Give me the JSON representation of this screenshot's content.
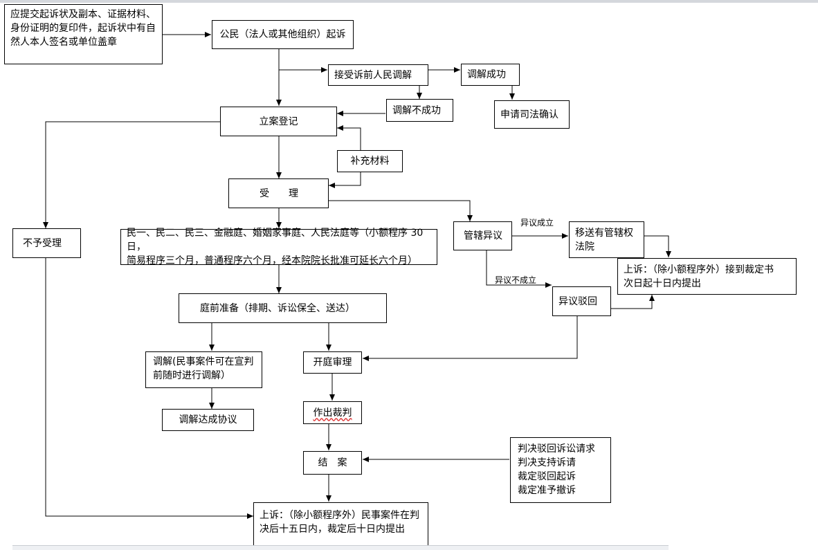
{
  "flowchart": {
    "nodes": {
      "materials_note": "应提交起诉状及副本、证据材料、\n身份证明的复印件，起诉状中有自\n然人本人签名或单位盖章",
      "citizen_sue": "公民（法人或其他组织）起诉",
      "pre_mediation": "接受诉前人民调解",
      "mediation_success": "调解成功",
      "judicial_confirm": "申请司法确认",
      "mediation_fail": "调解不成功",
      "filing_register": "立案登记",
      "supplement": "补充材料",
      "accept": "受　　理",
      "not_accept": "不予受理",
      "divisions": "民一、民二、民三、金融庭、婚姻家事庭、人民法庭等（小额程序 30 日，\n简易程序三个月，普通程序六个月，经本院院长批准可延长六个月）",
      "jurisdiction_objection": "管辖异议",
      "transfer_court": "移送有管辖权\n法院",
      "appeal_ruling": "上诉：（除小额程序外）接到裁定书\n次日起十日内提出",
      "objection_rejected": "异议驳回",
      "pretrial_prep": "庭前准备（排期、诉讼保全、送达）",
      "mediation_anytime": "调解(民事案件可在宣判\n前随时进行调解）",
      "mediation_agreement": "调解达成协议",
      "trial": "开庭审理",
      "judgment": "作出裁判",
      "close_case": "结　案",
      "outcomes": "判决驳回诉讼请求\n判决支持诉请\n裁定驳回起诉\n裁定准予撤诉",
      "appeal_judgment": "上诉：（除小额程序外）民事案件在判\n决后十五日内，裁定后十日内提出"
    },
    "edge_labels": {
      "objection_upheld": "异议成立",
      "objection_not_upheld": "异议不成立"
    }
  }
}
